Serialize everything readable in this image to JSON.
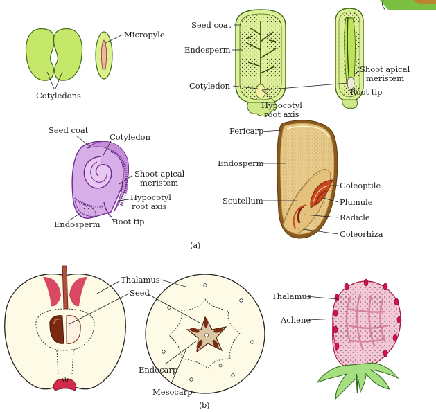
{
  "panel_a": {
    "dicot_seed": {
      "cotyledons": "Cotyledons",
      "micropyle": "Micropyle"
    },
    "dicot_section": {
      "seed_coat": "Seed coat",
      "endosperm": "Endosperm",
      "cotyledon": "Cotyledon",
      "hypocotyl_line1": "Hypocotyl",
      "hypocotyl_line2": "root axis",
      "shoot_line1": "Shoot apical",
      "shoot_line2": "meristem",
      "root_tip": "Root tip"
    },
    "curved_seed": {
      "seed_coat": "Seed coat",
      "cotyledon": "Cotyledon",
      "shoot_line1": "Shoot apical",
      "shoot_line2": "meristem",
      "hypocotyl_line1": "Hypocotyl",
      "hypocotyl_line2": "root axis",
      "endosperm": "Endosperm",
      "root_tip": "Root tip"
    },
    "monocot_grain": {
      "pericarp": "Pericarp",
      "endosperm": "Endosperm",
      "scutellum": "Scutellum",
      "coleoptile": "Coleoptile",
      "plumule": "Plumule",
      "radicle": "Radicle",
      "coleorhiza": "Coleorhiza"
    },
    "caption": "(a)"
  },
  "panel_b": {
    "apple": {
      "thalamus": "Thalamus",
      "seed": "Seed",
      "endocarp": "Endocarp",
      "mesocarp": "Mesocarp"
    },
    "strawberry": {
      "thalamus": "Thalamus",
      "achene": "Achene"
    },
    "caption": "(b)"
  },
  "colors": {
    "cotyledon_green": "#c6e86a",
    "outline_green": "#3d6b12",
    "endosperm_tan": "#e6c888",
    "pericarp_brown": "#8a5a1e",
    "embryo_orange": "#c8461e",
    "seed_purple": "#d7aee8",
    "apple_red": "#d22a4a",
    "seed_brown": "#7a2a10",
    "strawberry_pink": "#f2c7d5",
    "strawberry_red": "#d6124e"
  }
}
